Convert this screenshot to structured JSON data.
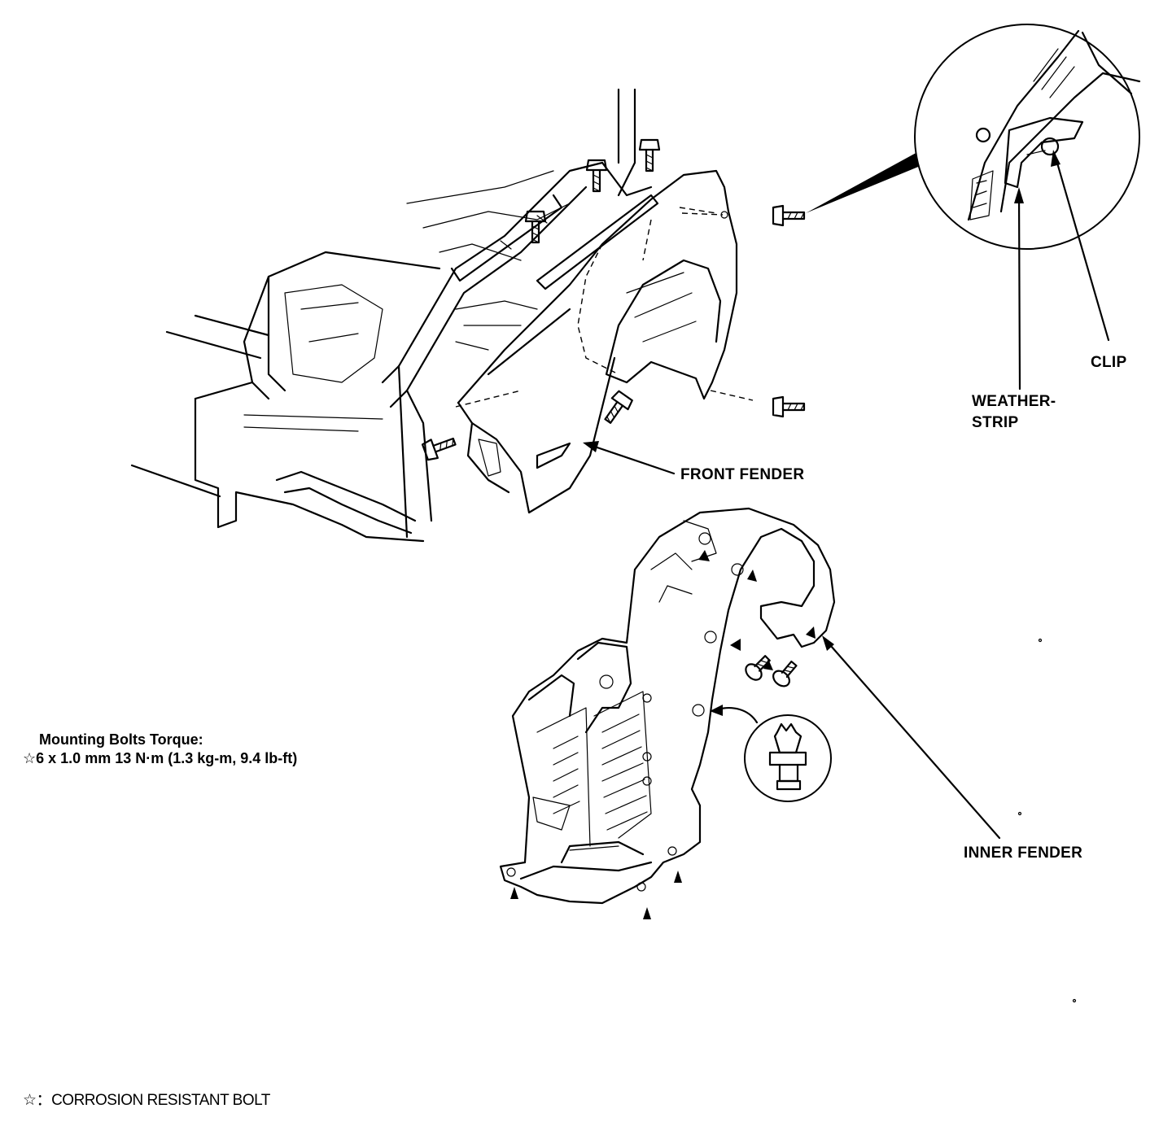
{
  "labels": {
    "front_fender": "FRONT FENDER",
    "inner_fender": "INNER FENDER",
    "clip": "CLIP",
    "weatherstrip_line1": "WEATHER-",
    "weatherstrip_line2": "STRIP"
  },
  "torque_spec": {
    "title": "Mounting Bolts Torque:",
    "symbol": "☆",
    "value": "6 x 1.0 mm 13 N·m (1.3 kg-m, 9.4 lb-ft)"
  },
  "legend": {
    "symbol": "☆",
    "separator": "：",
    "text": "CORROSION RESISTANT BOLT"
  }
}
